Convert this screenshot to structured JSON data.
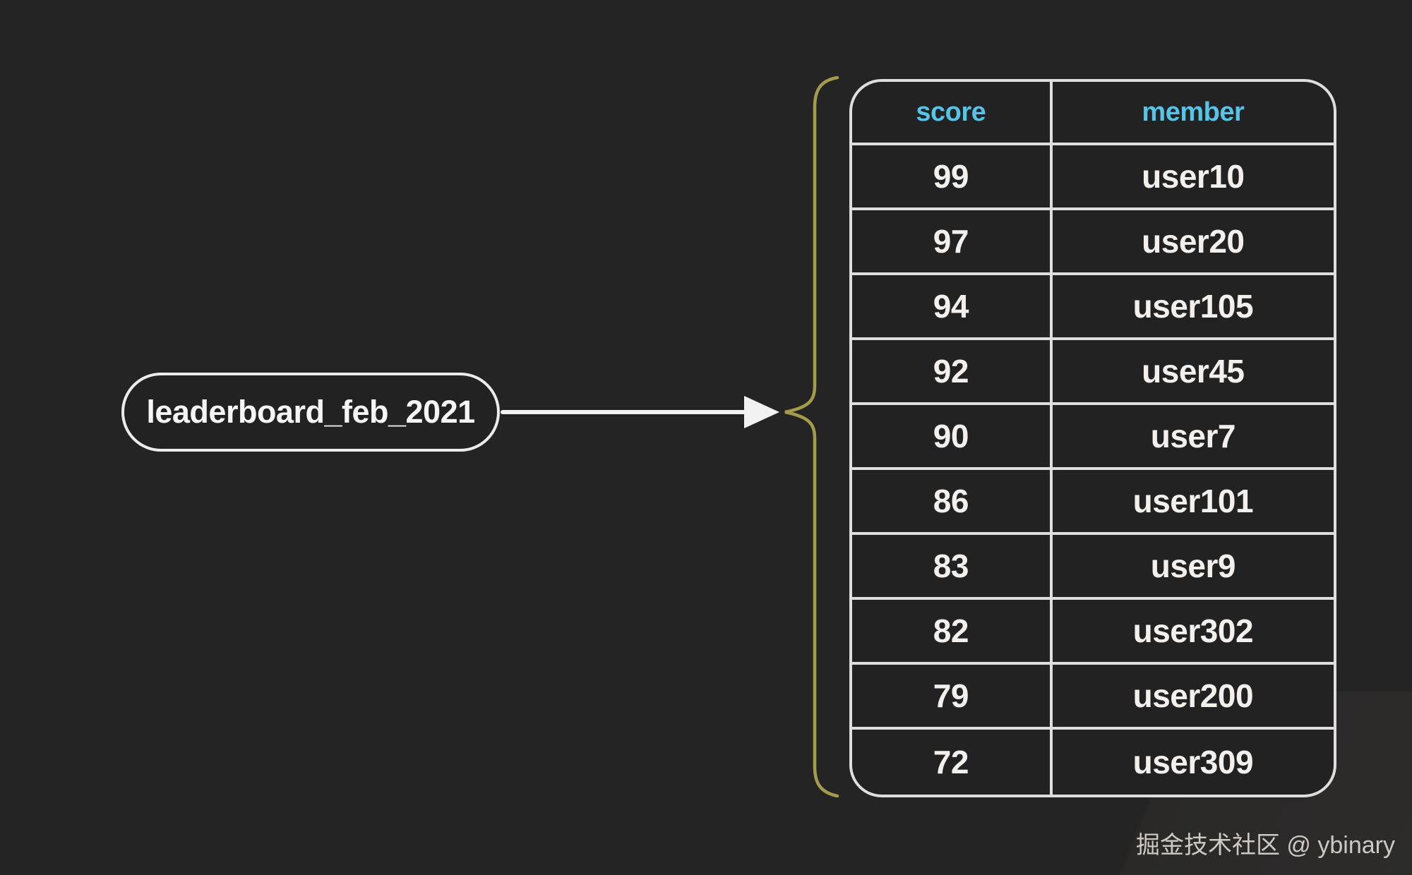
{
  "key": {
    "label": "leaderboard_feb_2021"
  },
  "table": {
    "columns": [
      "score",
      "member"
    ],
    "rows": [
      {
        "score": "99",
        "member": "user10"
      },
      {
        "score": "97",
        "member": "user20"
      },
      {
        "score": "94",
        "member": "user105"
      },
      {
        "score": "92",
        "member": "user45"
      },
      {
        "score": "90",
        "member": "user7"
      },
      {
        "score": "86",
        "member": "user101"
      },
      {
        "score": "83",
        "member": "user9"
      },
      {
        "score": "82",
        "member": "user302"
      },
      {
        "score": "79",
        "member": "user200"
      },
      {
        "score": "72",
        "member": "user309"
      }
    ]
  },
  "watermark": {
    "text": "掘金技术社区 @ ybinary"
  },
  "colors": {
    "background": "#252424",
    "table_background": "#232222",
    "grid_line": "#dedede",
    "header_text": "#55c4e6",
    "row_text": "#f2efec",
    "pill_border": "#ececec",
    "pill_text": "#f5f5f5",
    "arrow": "#f2f2f2",
    "brace": "#a59b4d",
    "watermark_text": "#cdc9c5"
  }
}
